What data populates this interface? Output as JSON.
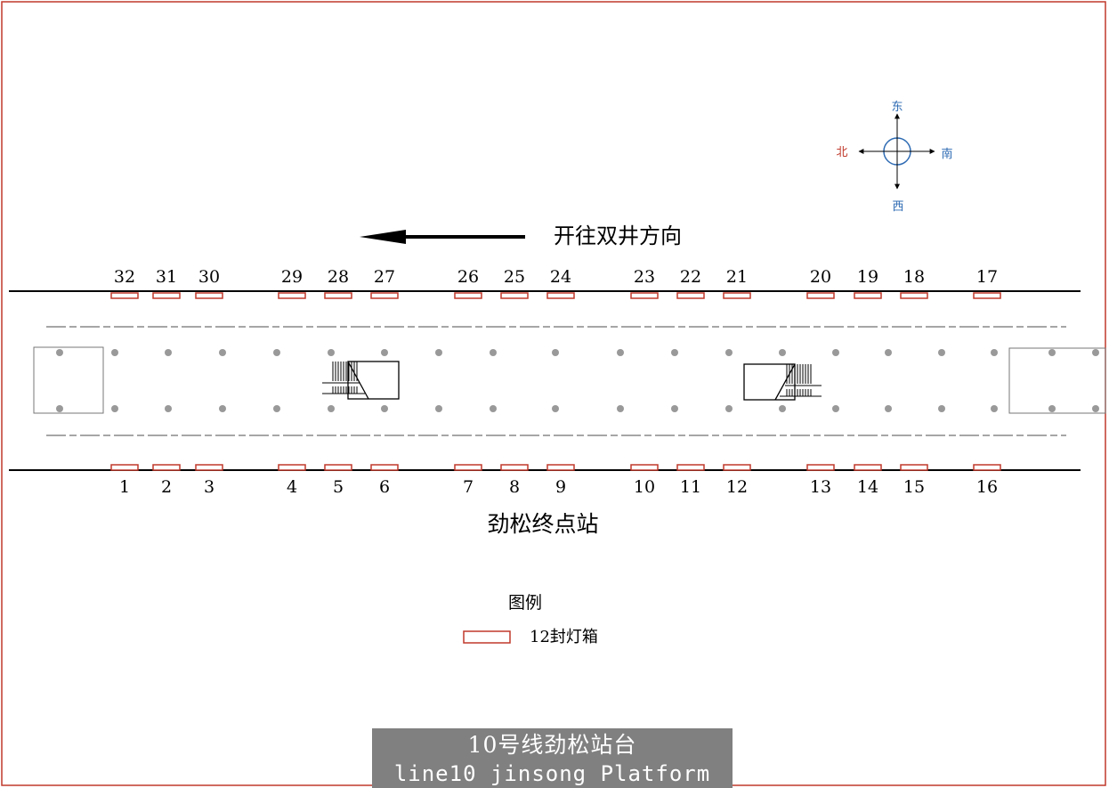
{
  "compass": {
    "north": "北",
    "east": "东",
    "south": "南",
    "west": "西"
  },
  "direction": {
    "label": "开往双井方向"
  },
  "station": {
    "name": "劲松终点站"
  },
  "top_lightboxes": [
    "32",
    "31",
    "30",
    "29",
    "28",
    "27",
    "26",
    "25",
    "24",
    "23",
    "22",
    "21",
    "20",
    "19",
    "18",
    "17"
  ],
  "bottom_lightboxes": [
    "1",
    "2",
    "3",
    "4",
    "5",
    "6",
    "7",
    "8",
    "9",
    "10",
    "11",
    "12",
    "13",
    "14",
    "15",
    "16"
  ],
  "legend": {
    "title": "图例",
    "item_label": "12封灯箱"
  },
  "title_block": {
    "chinese": "10号线劲松站台",
    "english": "line10 jinsong Platform"
  },
  "colors": {
    "frame": "#c0392b",
    "lightbox": "#c0392b",
    "north": "#c0392b",
    "compass": "#2e6bb3",
    "title_bg": "#808080"
  }
}
